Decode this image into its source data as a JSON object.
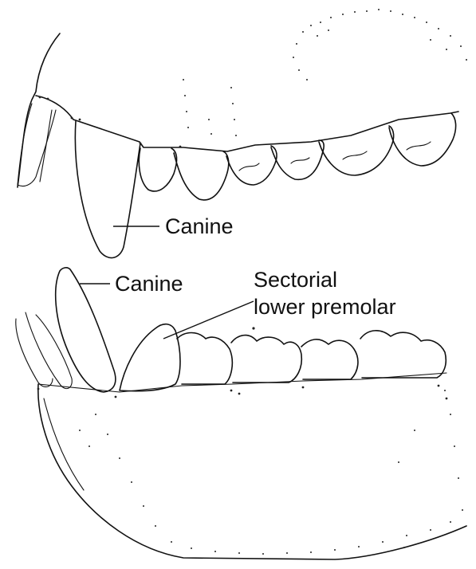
{
  "labels": {
    "upper_canine": "Canine",
    "lower_canine": "Canine",
    "sectorial_line1": "Sectorial",
    "sectorial_line2": "lower premolar"
  },
  "colors": {
    "ink": "#111111",
    "background": "#ffffff"
  }
}
